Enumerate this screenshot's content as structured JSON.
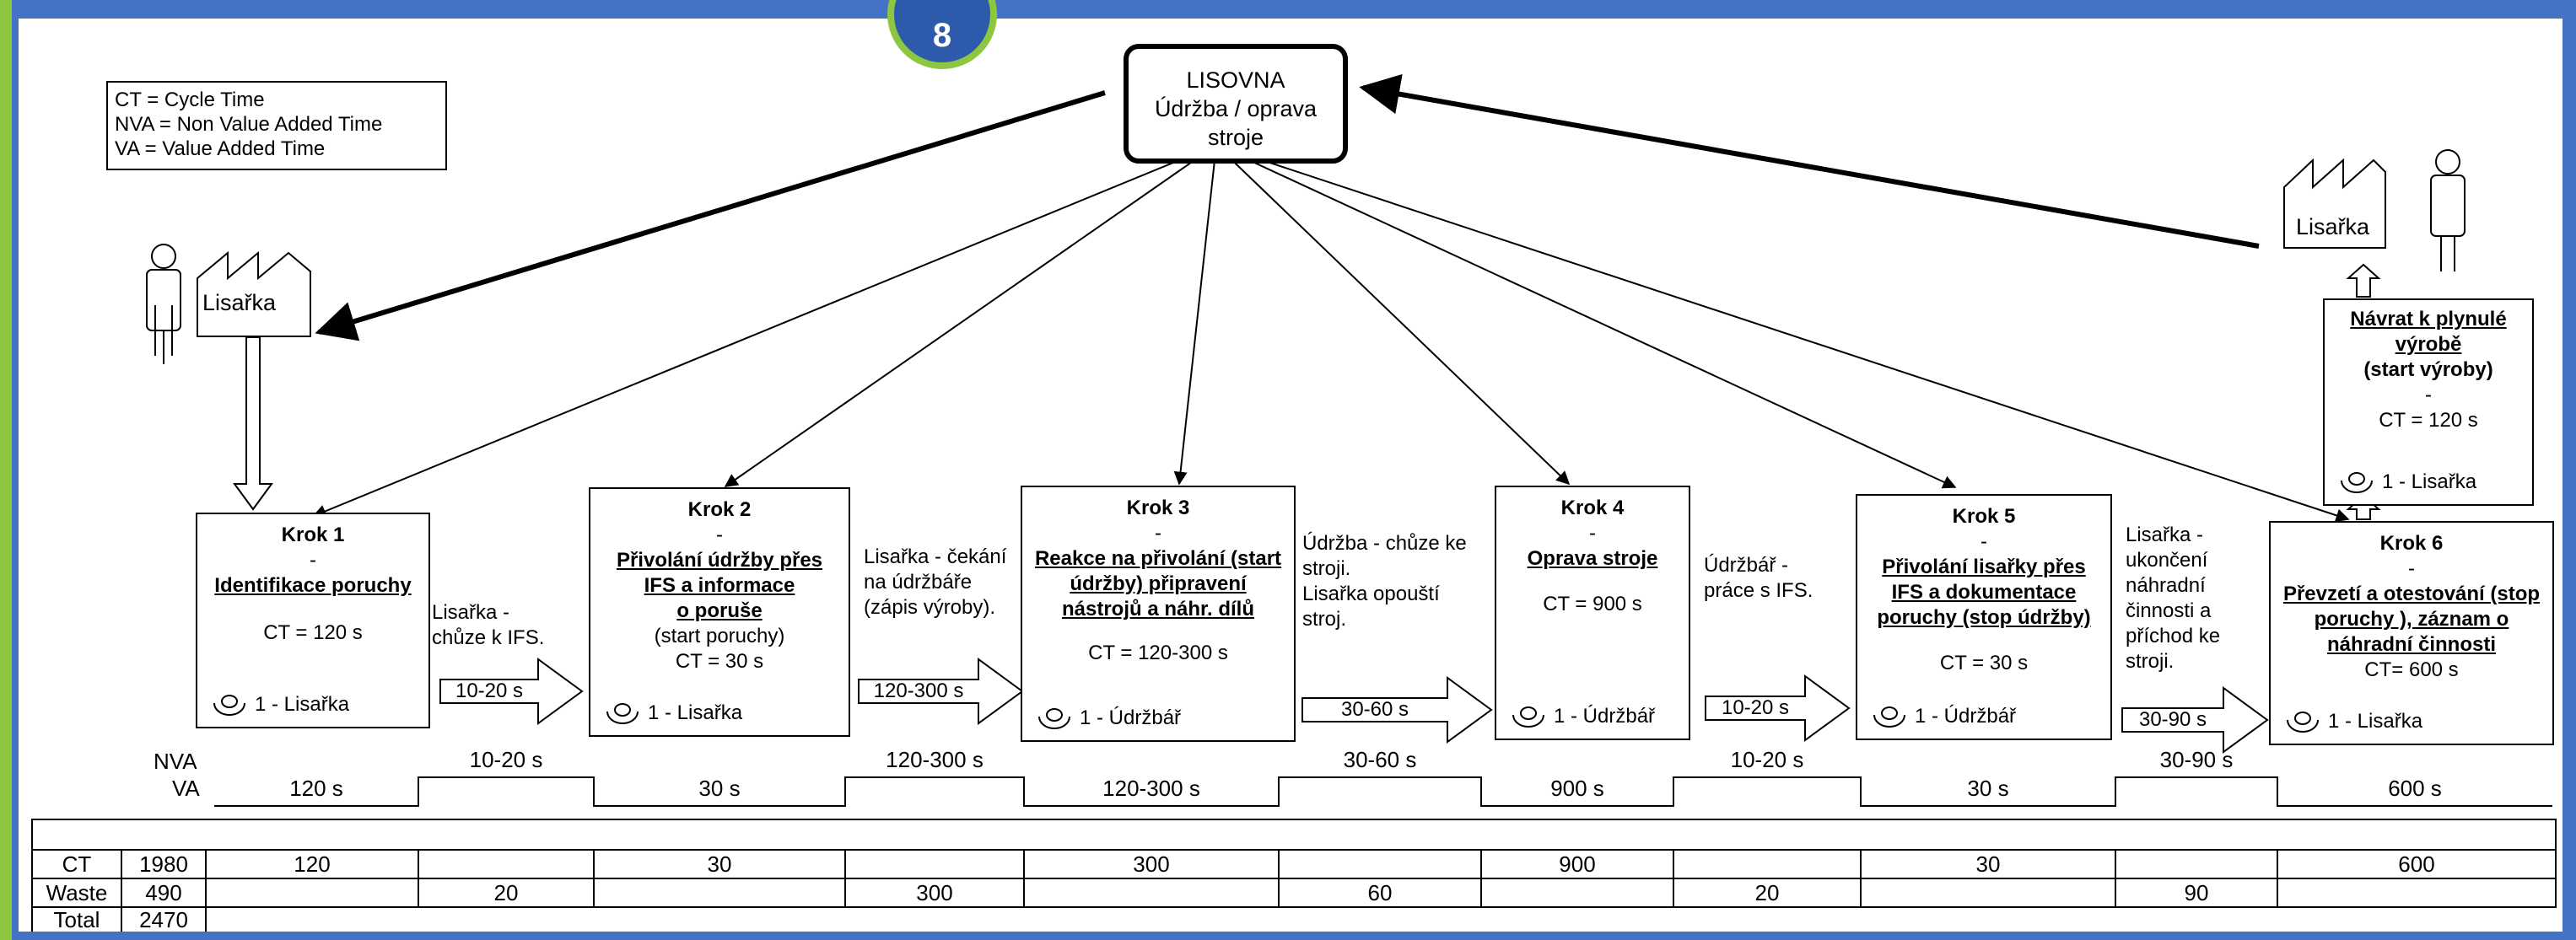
{
  "badge": "8",
  "legend": {
    "lines": [
      "CT = Cycle Time",
      "NVA = Non Value Added Time",
      "VA = Value Added Time"
    ]
  },
  "center": {
    "line1": "LISOVNA",
    "line2": "Údržba / oprava",
    "line3": "stroje"
  },
  "factory_left": "Lisařka",
  "factory_right": "Lisařka",
  "steps": [
    {
      "title": "Krok 1",
      "dash": "-",
      "name": [
        "Identifikace poruchy"
      ],
      "sub": "",
      "ct": "CT = 120 s",
      "op": "1 - Lisařka"
    },
    {
      "title": "Krok 2",
      "dash": "-",
      "name": [
        "Přivolání údržby přes",
        "IFS a informace",
        "o poruše"
      ],
      "sub": "(start poruchy)",
      "ct": "CT = 30 s",
      "op": "1 - Lisařka"
    },
    {
      "title": "Krok 3",
      "dash": "-",
      "name": [
        "Reakce na přivolání (start",
        "údržby) připravení",
        "nástrojů a náhr. dílů"
      ],
      "sub": "",
      "ct": "CT = 120-300 s",
      "op": "1 -  Údržbář"
    },
    {
      "title": "Krok 4",
      "dash": "-",
      "name": [
        "Oprava stroje"
      ],
      "sub": "",
      "ct": "CT = 900 s",
      "op": "1 - Údržbář"
    },
    {
      "title": "Krok 5",
      "dash": "-",
      "name": [
        "Přivolání lisařky přes",
        "IFS a dokumentace",
        "poruchy (stop údržby)"
      ],
      "sub": "",
      "ct": "CT = 30 s",
      "op": "1 - Údržbář"
    },
    {
      "title": "Krok 6",
      "dash": "-",
      "name": [
        "Převzetí a otestování (stop",
        "poruchy ),  záznam o",
        "náhradní činnosti"
      ],
      "sub": "",
      "ct": "CT= 600 s",
      "op": "1 - Lisařka"
    }
  ],
  "final_step": {
    "name": [
      "Návrat k plynulé",
      "výrobě"
    ],
    "sub": "(start výroby)",
    "dash": "-",
    "ct": "CT = 120 s",
    "op": "1 - Lisařka"
  },
  "notes": [
    [
      "Lisařka -",
      "chůze k IFS."
    ],
    [
      "Lisařka - čekání",
      "na údržbáře",
      "(zápis výroby)."
    ],
    [
      "Údržba - chůze ke",
      "stroji.",
      "Lisařka opouští",
      "stroj."
    ],
    [
      "Údržbář -",
      "práce s IFS."
    ],
    [
      "Lisařka -",
      "ukončení",
      "náhradní",
      "činnosti a",
      "příchod ke",
      "stroji."
    ]
  ],
  "transfer_times": [
    "10-20 s",
    "120-300 s",
    "30-60 s",
    "10-20 s",
    "30-90 s"
  ],
  "timeline": {
    "nva_label": "NVA",
    "va_label": "VA",
    "va_values": [
      "120 s",
      "30 s",
      "120-300 s",
      "900 s",
      "30 s",
      "600 s"
    ],
    "nva_values": [
      "10-20 s",
      "120-300 s",
      "30-60 s",
      "10-20 s",
      "30-90 s"
    ]
  },
  "table": {
    "rows": [
      {
        "label": "CT",
        "total": "1980",
        "va": [
          "120",
          "30",
          "300",
          "900",
          "30",
          "600"
        ],
        "nva": [
          "",
          "",
          "",
          "",
          ""
        ]
      },
      {
        "label": "Waste",
        "total": "490",
        "va": [
          "",
          "",
          "",
          "",
          "",
          ""
        ],
        "nva": [
          "20",
          "300",
          "60",
          "20",
          "90"
        ]
      },
      {
        "label": "Total",
        "total": "2470"
      }
    ]
  }
}
